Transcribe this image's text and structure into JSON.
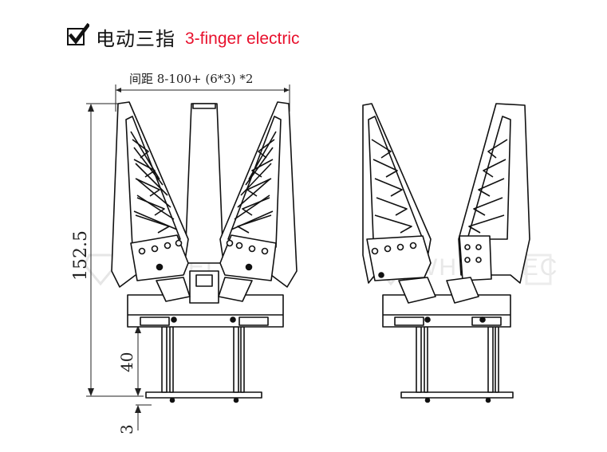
{
  "header": {
    "checkbox_icon": "checked-checkbox-icon",
    "title_cn": "电动三指",
    "title_en": "3-finger electric",
    "title_en_color": "#e8112d"
  },
  "dimensions": {
    "spacing_label": "间距 8-100+ (6*3) *2",
    "height_total": "152.5",
    "height_mount": "40",
    "height_plate": "3"
  },
  "watermark": {
    "left_text": "WHEELTEC",
    "right_text": "WHEELTEC"
  },
  "views": {
    "front": "front-view",
    "side": "side-view"
  }
}
